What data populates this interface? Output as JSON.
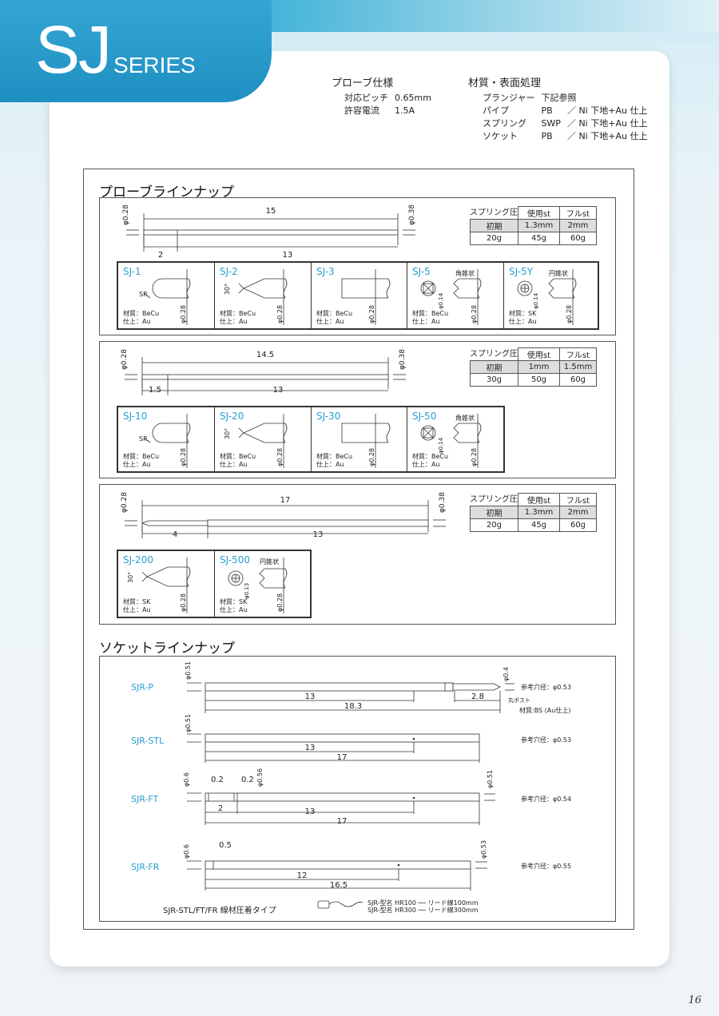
{
  "header": {
    "series_big": "SJ",
    "series_small": "SERIES"
  },
  "spec": {
    "probe_title": "プローブ仕様",
    "probe_rows": [
      [
        "対応ピッチ",
        "0.65mm"
      ],
      [
        "許容電流",
        "1.5A"
      ]
    ],
    "material_title": "材質・表面処理",
    "material_rows": [
      [
        "プランジャー",
        "下記参照",
        ""
      ],
      [
        "パイプ",
        "PB",
        "／ Ni 下地+Au 仕上"
      ],
      [
        "スプリング",
        "SWP",
        "／ Ni 下地+Au 仕上"
      ],
      [
        "ソケット",
        "PB",
        "／ Ni 下地+Au 仕上"
      ]
    ]
  },
  "probe_lineup_title": "プローブラインナップ",
  "socket_lineup_title": "ソケットラインナップ",
  "groups": [
    {
      "total": "15",
      "first": "2",
      "rest": "13",
      "dl": "φ0.28",
      "dr": "φ0.38",
      "spring": {
        "label": "スプリング圧",
        "h1": "使用st",
        "h2": "フルst",
        "row1": [
          "初期",
          "1.3mm",
          "2mm"
        ],
        "row2": [
          "20g",
          "45g",
          "60g"
        ]
      },
      "tips": [
        {
          "name": "SJ-1",
          "mat": "材質：BeCu",
          "fin": "仕上：Au"
        },
        {
          "name": "SJ-2",
          "mat": "材質：BeCu",
          "fin": "仕上：Au"
        },
        {
          "name": "SJ-3",
          "mat": "材質：BeCu",
          "fin": "仕上：Au"
        },
        {
          "name": "SJ-5",
          "mat": "材質：BeCu",
          "fin": "仕上：Au"
        },
        {
          "name": "SJ-5Y",
          "mat": "材質：SK",
          "fin": "仕上：Au"
        }
      ]
    },
    {
      "total": "14.5",
      "first": "1.5",
      "rest": "13",
      "dl": "φ0.28",
      "dr": "φ0.38",
      "spring": {
        "label": "スプリング圧",
        "h1": "使用st",
        "h2": "フルst",
        "row1": [
          "初期",
          "1mm",
          "1.5mm"
        ],
        "row2": [
          "30g",
          "50g",
          "60g"
        ]
      },
      "tips": [
        {
          "name": "SJ-10",
          "mat": "材質：BeCu",
          "fin": "仕上：Au"
        },
        {
          "name": "SJ-20",
          "mat": "材質：BeCu",
          "fin": "仕上：Au"
        },
        {
          "name": "SJ-30",
          "mat": "材質：BeCu",
          "fin": "仕上：Au"
        },
        {
          "name": "SJ-50",
          "mat": "材質：BeCu",
          "fin": "仕上：Au"
        }
      ]
    },
    {
      "total": "17",
      "first": "4",
      "rest": "13",
      "dl": "φ0.28",
      "dr": "φ0.38",
      "spring": {
        "label": "スプリング圧",
        "h1": "使用st",
        "h2": "フルst",
        "row1": [
          "初期",
          "1.3mm",
          "2mm"
        ],
        "row2": [
          "20g",
          "45g",
          "60g"
        ]
      },
      "tips": [
        {
          "name": "SJ-200",
          "mat": "材質：SK",
          "fin": "仕上：Au"
        },
        {
          "name": "SJ-500",
          "mat": "材質：SK",
          "fin": "仕上：Au"
        }
      ]
    }
  ],
  "tip_labels": {
    "sr": "SR",
    "angle": "30°",
    "d028": "φ0.28",
    "d014": "φ0.14",
    "d013": "φ0.13",
    "kakusui": "角錐状",
    "ensui": "円錐状"
  },
  "sockets": [
    {
      "name": "SJR-P",
      "dia": "φ0.51",
      "body": "13",
      "total": "18.3",
      "extra": "2.8",
      "tipdia": "φ0.4",
      "ref": "参考穴径：φ0.53",
      "note1": "丸ポスト",
      "note2": "材質:BS (Au仕上)"
    },
    {
      "name": "SJR-STL",
      "dia": "φ0.51",
      "body": "13",
      "total": "17",
      "ref": "参考穴径：φ0.53"
    },
    {
      "name": "SJR-FT",
      "dia": "φ0.6",
      "body": "13",
      "total": "17",
      "a": "0.2",
      "b": "0.2",
      "c": "2",
      "mid": "φ0.56",
      "right": "φ0.51",
      "ref": "参考穴径：φ0.54"
    },
    {
      "name": "SJR-FR",
      "dia": "φ0.6",
      "body": "12",
      "total": "16.5",
      "a": "0.5",
      "right": "φ0.53",
      "ref": "参考穴径：φ0.55"
    }
  ],
  "crimp": {
    "label": "SJR-STL/FT/FR 線材圧着タイプ",
    "l1": "SJR-型名 HR100 ── リード線100mm",
    "l2": "SJR-型名 HR300 ── リード線300mm"
  },
  "page_number": "16"
}
